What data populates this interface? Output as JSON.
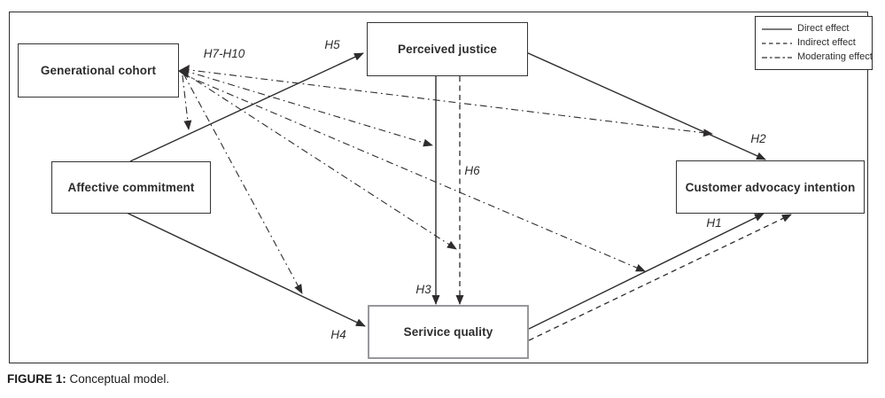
{
  "nodes": {
    "generational_cohort": {
      "label": "Generational cohort"
    },
    "affective_commitment": {
      "label": "Affective commitment"
    },
    "perceived_justice": {
      "label": "Perceived justice"
    },
    "customer_advocacy": {
      "label": "Customer advocacy intention"
    },
    "service_quality": {
      "label": "Serivice quality"
    }
  },
  "hypothesis_labels": {
    "h1": "H1",
    "h2": "H2",
    "h3": "H3",
    "h4": "H4",
    "h5": "H5",
    "h6": "H6",
    "h7_h10": "H7-H10"
  },
  "legend": {
    "direct": "Direct effect",
    "indirect": "Indirect effect",
    "moderating": "Moderating effect"
  },
  "caption": {
    "label": "FIGURE 1:",
    "text": " Conceptual model."
  },
  "colors": {
    "line": "#2e2c2d",
    "service_quality_border": "#98989c"
  }
}
